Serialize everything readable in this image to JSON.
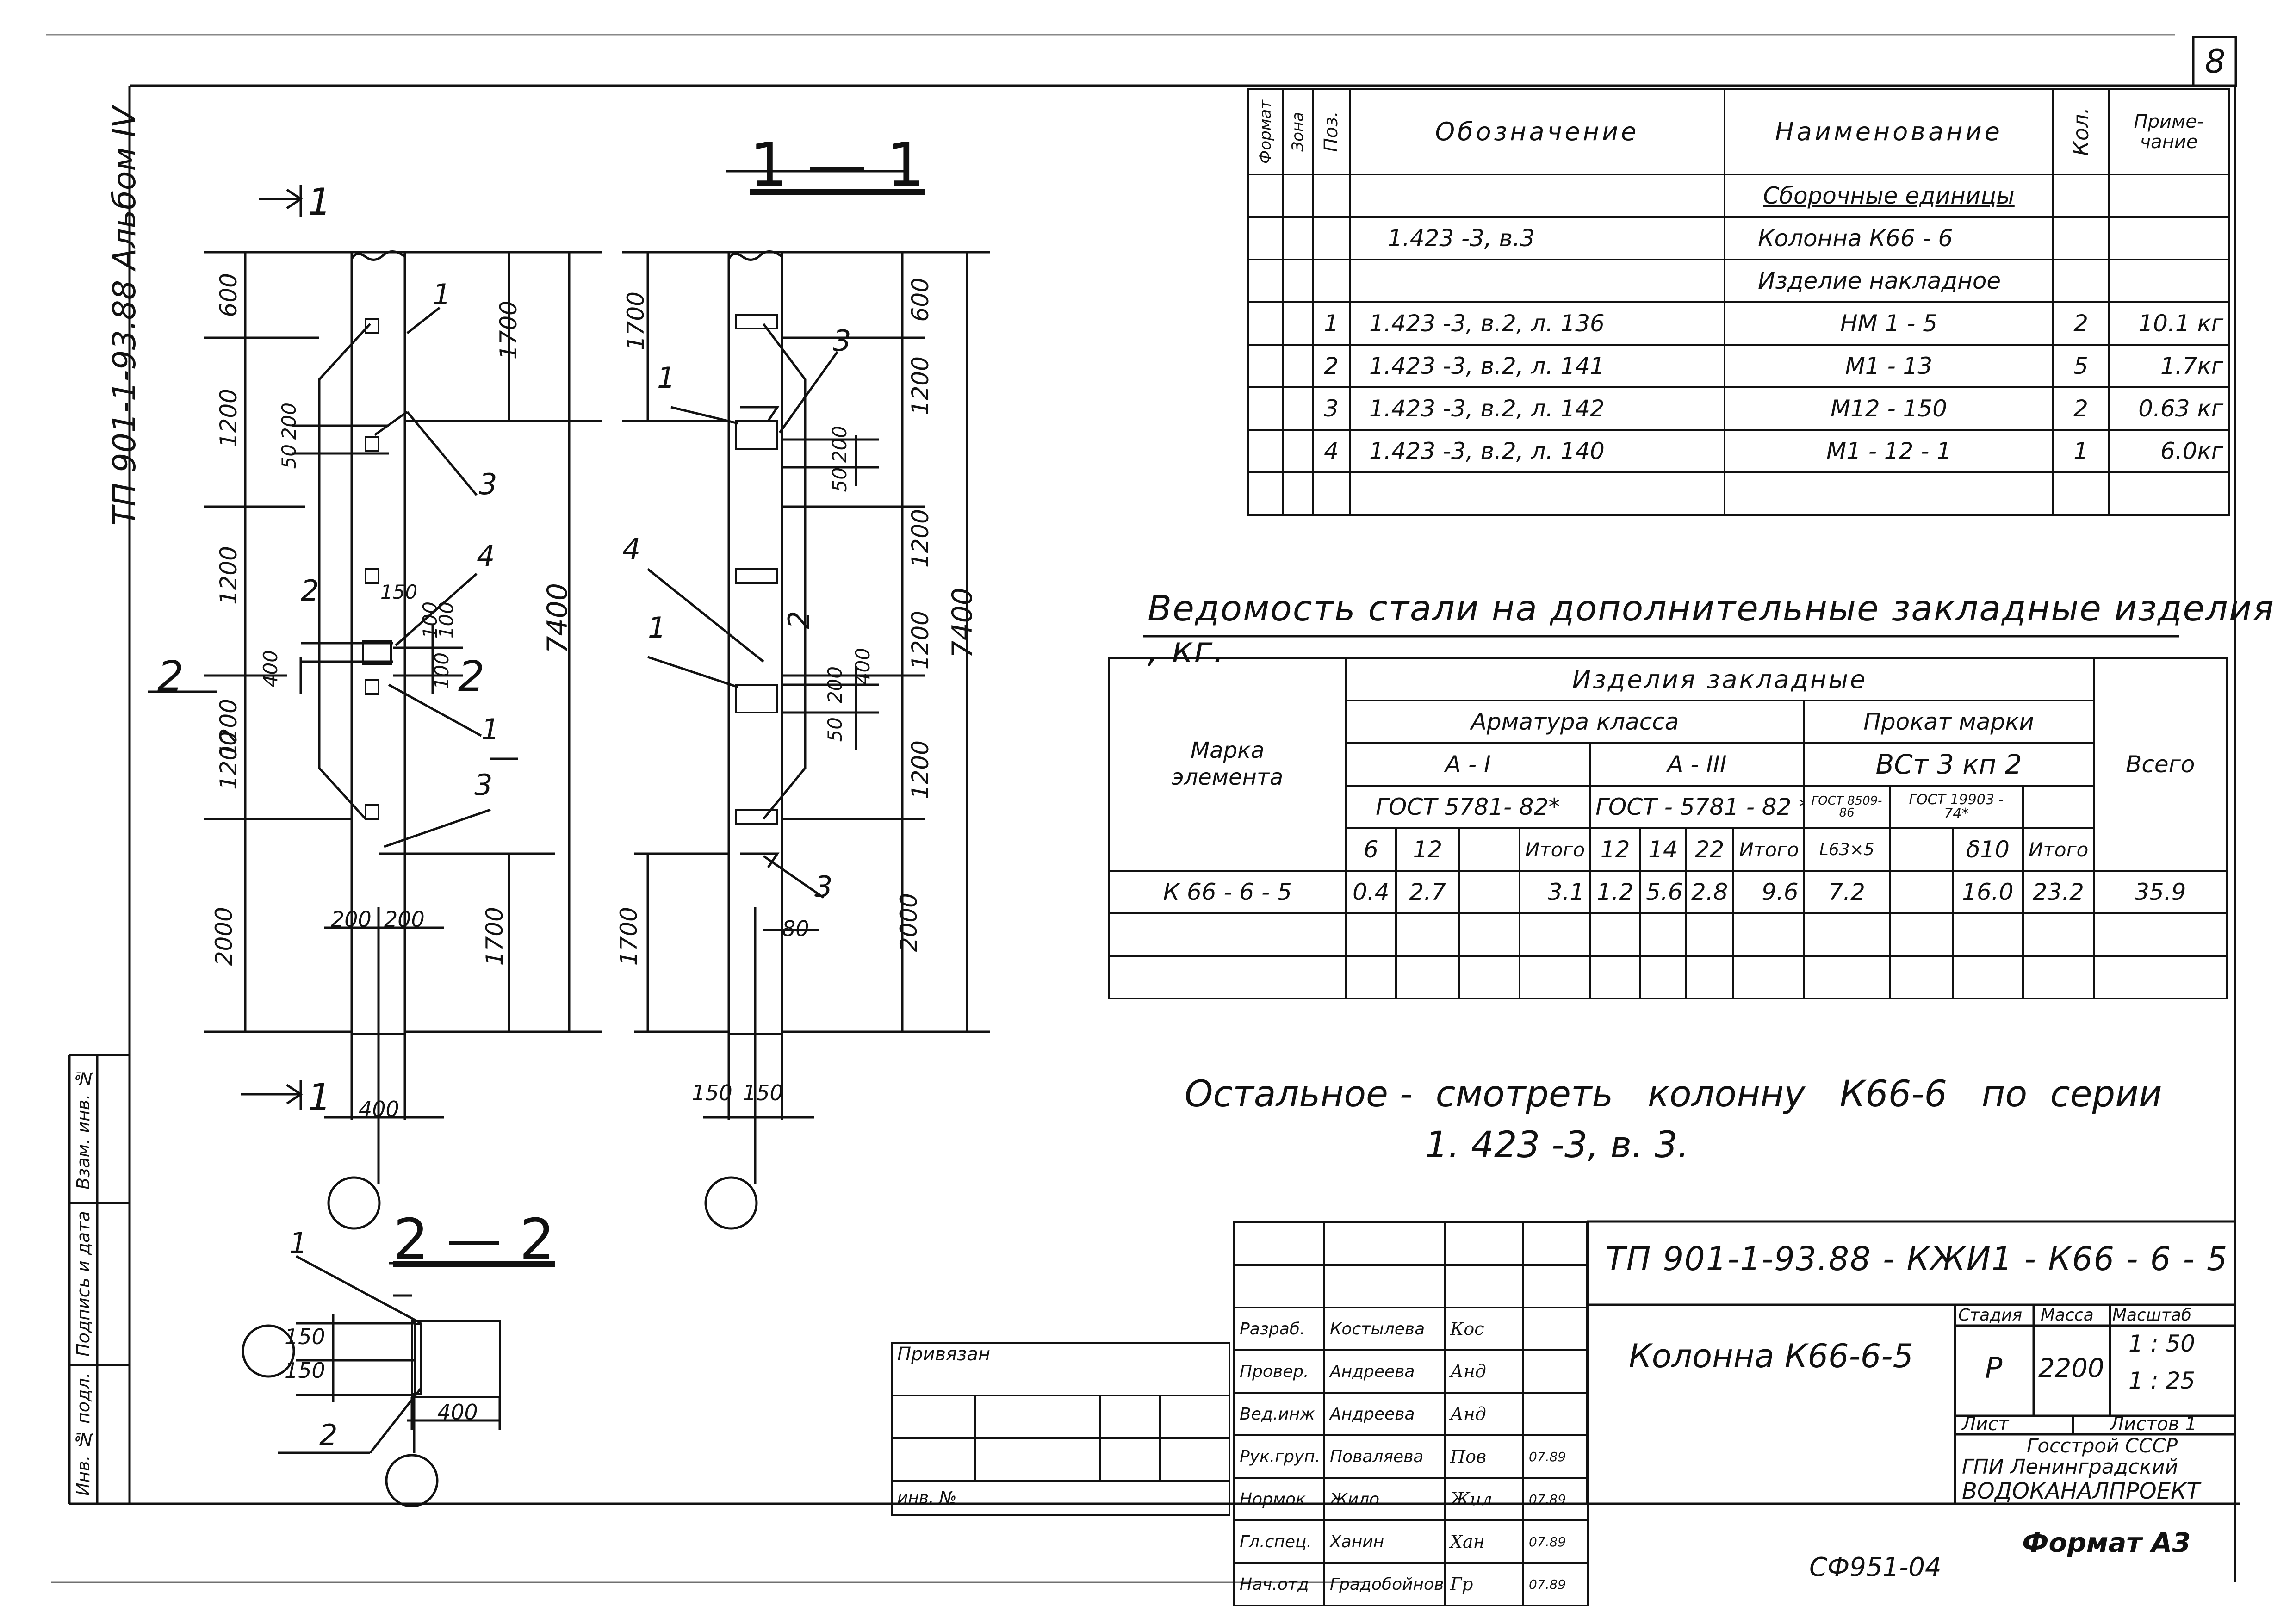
{
  "sheet_number": "8",
  "album_side_label": "ТП 901-1-93.88  Альбом IV",
  "sections": {
    "section_1_1": "1 — 1",
    "section_2_2": "2 — 2",
    "cut_mark_1": "1",
    "cut_mark_2": "2"
  },
  "elevation_left": {
    "dims_left": [
      "600",
      "1200",
      "1200",
      "1200",
      "1200",
      "2000"
    ],
    "dims_right": [
      "1700",
      "1700"
    ],
    "total": "7400",
    "small_dims": [
      "50",
      "200",
      "150",
      "400",
      "100",
      "100",
      "100"
    ],
    "bottom_dims": [
      "200",
      "200",
      "400"
    ],
    "callouts": [
      "1",
      "2",
      "3",
      "4",
      "1",
      "3"
    ]
  },
  "elevation_right": {
    "dims_left": [
      "1700",
      "1700"
    ],
    "dims_right": [
      "600",
      "1200",
      "1200",
      "1200",
      "1200",
      "2000"
    ],
    "total": "7400",
    "small_dims": [
      "50",
      "200",
      "200",
      "400",
      "50"
    ],
    "bottom_dims": [
      "150",
      "150"
    ],
    "extra_dim": "80",
    "callouts": [
      "1",
      "3",
      "4",
      "1",
      "2",
      "3"
    ]
  },
  "section_2_2_dims": [
    "150",
    "150",
    "400"
  ],
  "section_2_2_callouts": [
    "1",
    "2"
  ],
  "spec_table": {
    "headers": {
      "format": "Формат",
      "zone": "Зона",
      "pos": "Поз.",
      "designation": "Обозначение",
      "name": "Наименование",
      "qty": "Кол.",
      "note": "Приме-чание"
    },
    "rows": [
      {
        "pos": "",
        "designation": "",
        "name": "Сборочные единицы",
        "qty": "",
        "note": "",
        "underline": true
      },
      {
        "pos": "",
        "designation": "1.423 -3, в.3",
        "name": "Колонна  К66 - 6",
        "qty": "",
        "note": ""
      },
      {
        "pos": "",
        "designation": "",
        "name": "Изделие  накладное",
        "qty": "",
        "note": ""
      },
      {
        "pos": "1",
        "designation": "1.423 -3, в.2, л. 136",
        "name": "НМ 1 - 5",
        "qty": "2",
        "note": "10.1 кг"
      },
      {
        "pos": "2",
        "designation": "1.423 -3, в.2, л. 141",
        "name": "М1 - 13",
        "qty": "5",
        "note": "1.7кг"
      },
      {
        "pos": "3",
        "designation": "1.423 -3, в.2, л. 142",
        "name": "М12 - 150",
        "qty": "2",
        "note": "0.63 кг"
      },
      {
        "pos": "4",
        "designation": "1.423 -3, в.2, л. 140",
        "name": "М1 - 12 - 1",
        "qty": "1",
        "note": "6.0кг"
      },
      {
        "pos": "",
        "designation": "",
        "name": "",
        "qty": "",
        "note": ""
      }
    ]
  },
  "steel_table": {
    "title": "Ведомость  стали  на  дополнительные  закладные  изделия , кг.",
    "mark_header": "Марка элемента",
    "items_header": "Изделия   закладные",
    "rebar_header": "Арматура  класса",
    "rolled_header": "Прокат  марки",
    "class_a1": "А - I",
    "class_a3": "А - III",
    "steel_grade": "ВСт 3 кп 2",
    "gost_a1": "ГОСТ  5781- 82*",
    "gost_a3": "ГОСТ - 5781 - 82 *",
    "gost_8509": "ГОСТ 8509-86",
    "gost_19903": "ГОСТ 19903 - 74*",
    "total_header": "Всего",
    "sub_headers": [
      "6",
      "12",
      "",
      "Итого",
      "12",
      "14",
      "22",
      "Итого",
      "L63×5",
      "",
      "δ10",
      "Итого"
    ],
    "rows": [
      {
        "mark": "К 66 - 6 - 5",
        "values": [
          "0.4",
          "2.7",
          "",
          "3.1",
          "1.2",
          "5.6",
          "2.8",
          "9.6",
          "7.2",
          "",
          "16.0",
          "23.2"
        ],
        "total": "35.9"
      }
    ]
  },
  "note_text": {
    "line1": "Остальное -  смотреть   колонну   К66-6   по  серии",
    "line2": "1. 423 -3, в. 3."
  },
  "title_block": {
    "code": "ТП 901-1-93.88 - КЖИ1 - К66 - 6 - 5",
    "object_name": "Колонна  К66-6-5",
    "stage_label": "Стадия",
    "mass_label": "Масса",
    "scale_label": "Масштаб",
    "stage": "Р",
    "mass": "2200",
    "scale1": "1 : 50",
    "scale2": "1 : 25",
    "sheet_label": "Лист",
    "sheets_label": "Листов  1",
    "org_line1": "Госстрой СССР",
    "org_line2": "ГПИ  Ленинградский",
    "org_line3": "ВОДОКАНАЛПРОЕКТ",
    "roles": [
      {
        "role": "Разраб.",
        "name": "Костылева",
        "sign": "Кос",
        "date": ""
      },
      {
        "role": "Провер.",
        "name": "Андреева",
        "sign": "Анд",
        "date": ""
      },
      {
        "role": "Вед.инж",
        "name": "Андреева",
        "sign": "Анд",
        "date": ""
      },
      {
        "role": "Рук.груп.",
        "name": "Поваляева",
        "sign": "Пов",
        "date": "07.89"
      },
      {
        "role": "Нормок",
        "name": "Жило",
        "sign": "Жил",
        "date": "07.89"
      },
      {
        "role": "Гл.спец.",
        "name": "Ханин",
        "sign": "Хан",
        "date": "07.89"
      },
      {
        "role": "Нач.отд",
        "name": "Градобойнов",
        "sign": "Гр",
        "date": "07.89"
      }
    ],
    "attached_label": "Привязан",
    "inv_label": "инв. №"
  },
  "left_stamp_labels": [
    "Инв. № подл.",
    "Подпись и дата",
    "Взам. инв. №"
  ],
  "format_label": "Формат  А3",
  "doc_code": "СФ951-04"
}
